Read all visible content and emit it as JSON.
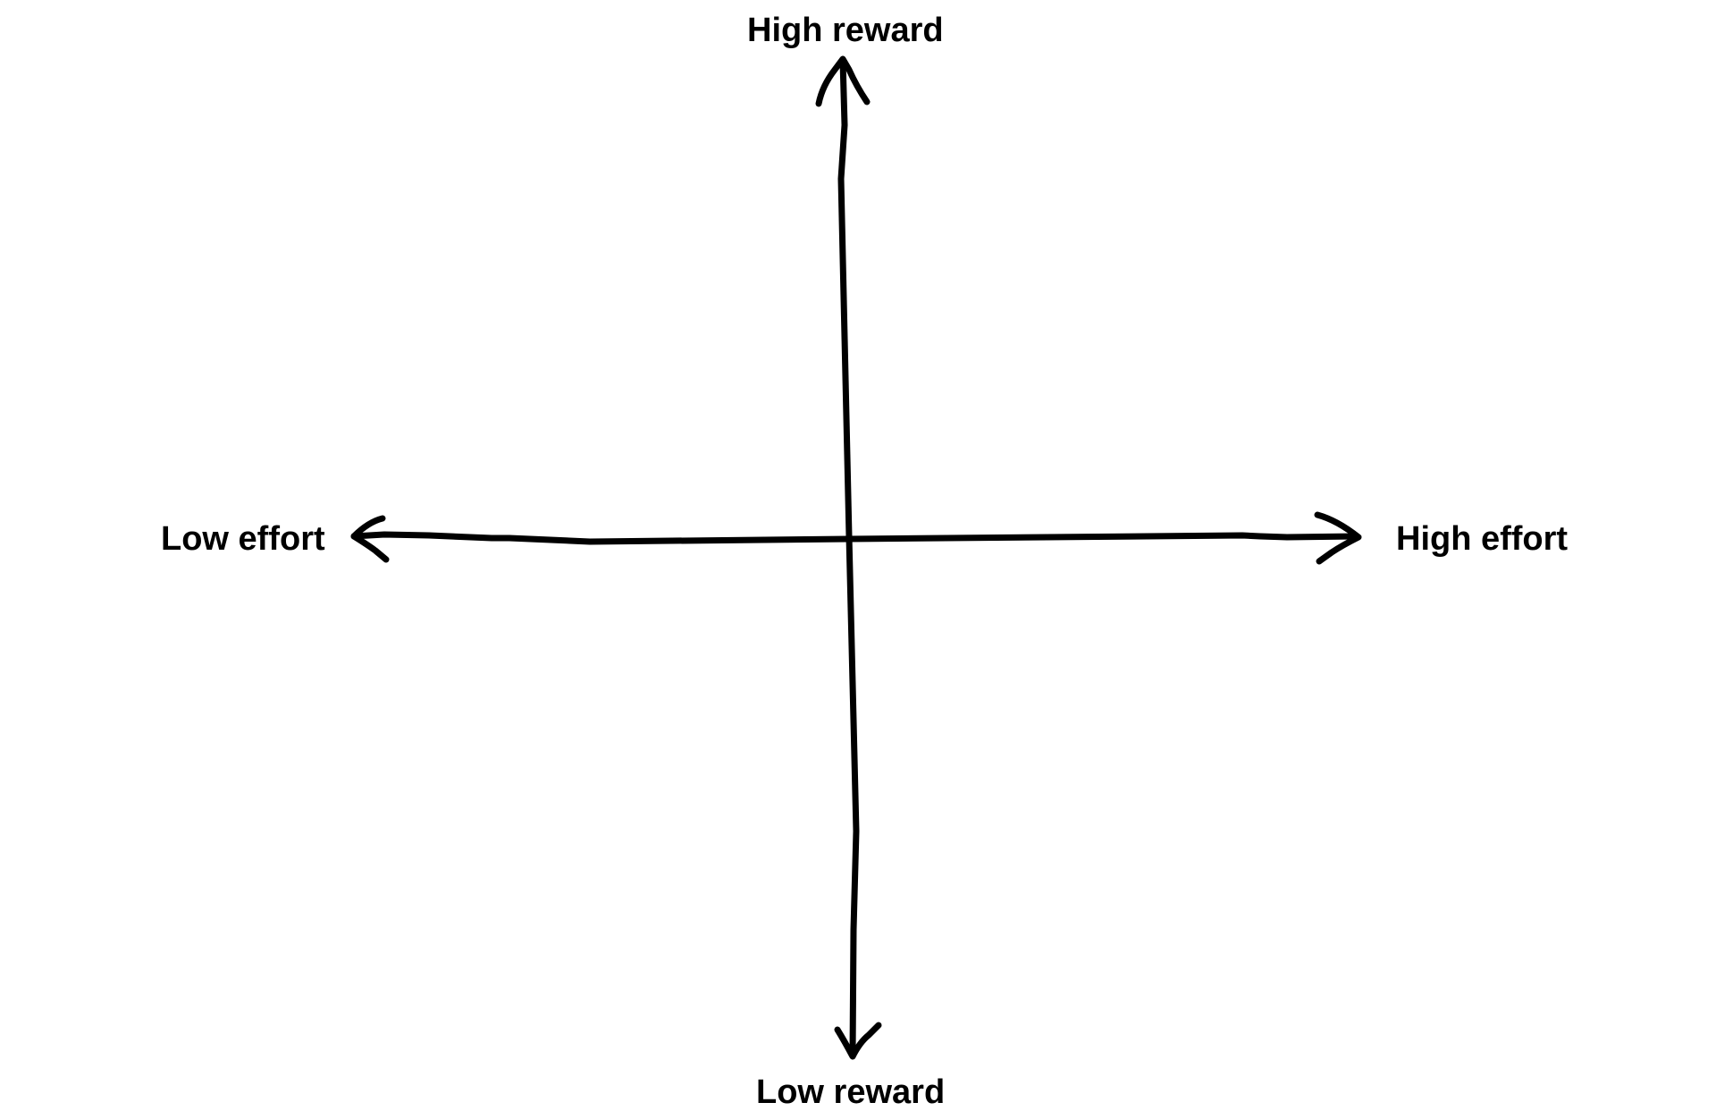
{
  "diagram": {
    "type": "quadrant-axes",
    "labels": {
      "high_reward": "High reward",
      "low_reward": "Low reward",
      "low_effort": "Low effort",
      "high_effort": "High effort"
    },
    "stroke_color": "#000000",
    "background_color": "#ffffff"
  }
}
